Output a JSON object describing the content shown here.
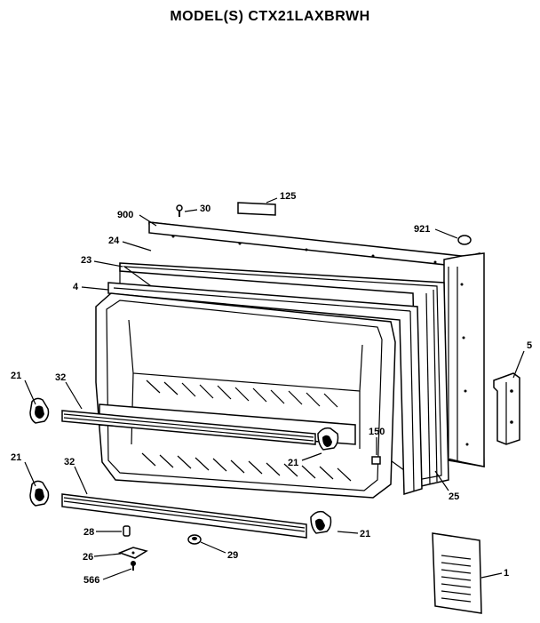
{
  "title": "MODEL(S) CTX21LAXBRWH",
  "labels": {
    "l900": "900",
    "l30": "30",
    "l125": "125",
    "l921": "921",
    "l24": "24",
    "l23": "23",
    "l4": "4",
    "l5": "5",
    "l21a": "21",
    "l32a": "32",
    "l150": "150",
    "l21b": "21",
    "l21c": "21",
    "l32b": "32",
    "l25": "25",
    "l21d": "21",
    "l28": "28",
    "l26": "26",
    "l29": "29",
    "l566": "566",
    "l1": "1"
  }
}
